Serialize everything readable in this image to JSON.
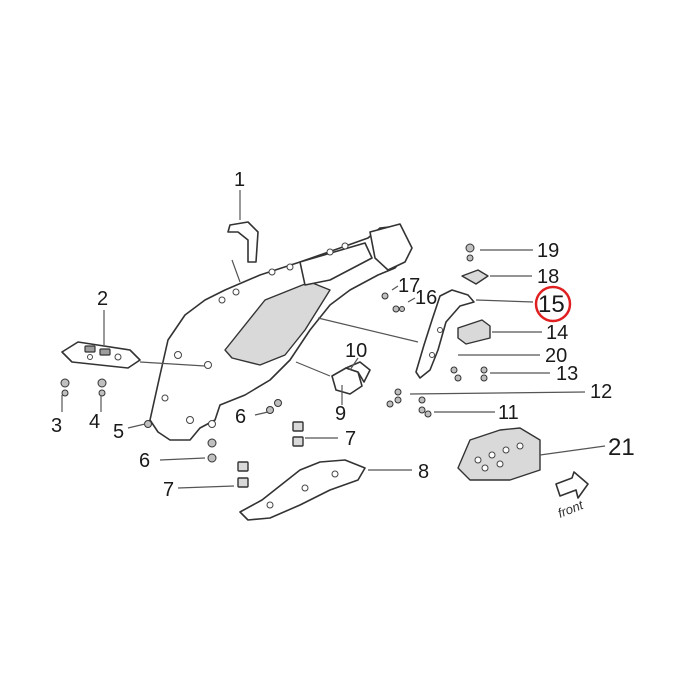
{
  "labels": {
    "l1": "1",
    "l2": "2",
    "l3": "3",
    "l4": "4",
    "l5": "5",
    "l6a": "6",
    "l6b": "6",
    "l7a": "7",
    "l7b": "7",
    "l8": "8",
    "l9": "9",
    "l10": "10",
    "l11": "11",
    "l12": "12",
    "l13": "13",
    "l14": "14",
    "l15": "15",
    "l16": "16",
    "l17": "17",
    "l18": "18",
    "l19": "19",
    "l20": "20",
    "l21": "21"
  },
  "front_label": "front",
  "highlight": {
    "part": "15",
    "color": "#e02020"
  }
}
